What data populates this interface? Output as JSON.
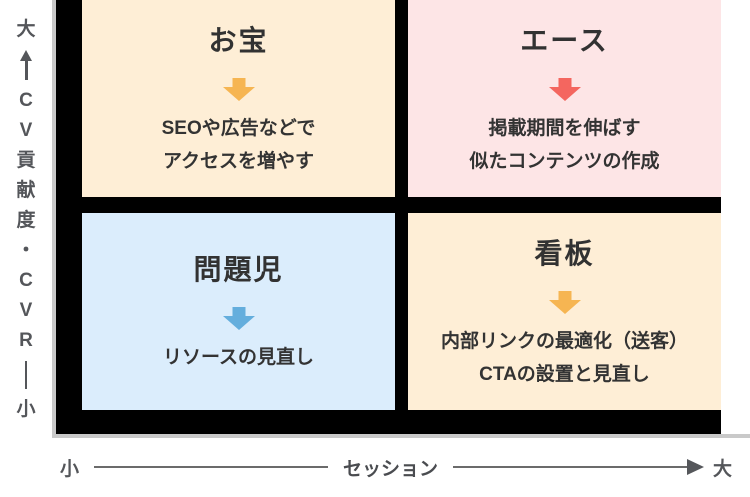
{
  "y_axis": {
    "top_label": "大",
    "axis_title_chars": [
      "C",
      "V",
      "貢",
      "献",
      "度",
      "・",
      "C",
      "V",
      "R"
    ],
    "bottom_label": "小"
  },
  "x_axis": {
    "left_label": "小",
    "axis_title": "セッション",
    "right_label": "大"
  },
  "quadrants": [
    {
      "position": "top-left",
      "title": "お宝",
      "arrow_icon": "down-arrow",
      "arrow_color": "#f6b552",
      "bg_color": "#feeed6",
      "lines": [
        "SEOや広告などで",
        "アクセスを増やす"
      ]
    },
    {
      "position": "top-right",
      "title": "エース",
      "arrow_icon": "down-arrow",
      "arrow_color": "#f4665f",
      "bg_color": "#fde5e6",
      "lines": [
        "掲載期間を伸ばす",
        "似たコンテンツの作成"
      ]
    },
    {
      "position": "bottom-left",
      "title": "問題児",
      "arrow_icon": "down-arrow",
      "arrow_color": "#64aedd",
      "bg_color": "#dbedfc",
      "lines": [
        "リソースの見直し"
      ]
    },
    {
      "position": "bottom-right",
      "title": "看板",
      "arrow_icon": "down-arrow",
      "arrow_color": "#f6b552",
      "bg_color": "#feeed6",
      "lines": [
        "内部リンクの最適化（送客）",
        "CTAの設置と見直し"
      ]
    }
  ],
  "colors": {
    "chart_background": "#000000",
    "axis_frame_line": "#c9c9c9",
    "axis_label_text": "#54565a",
    "body_text": "#333333",
    "x_axis_rule_line": "#6b6b6b"
  }
}
